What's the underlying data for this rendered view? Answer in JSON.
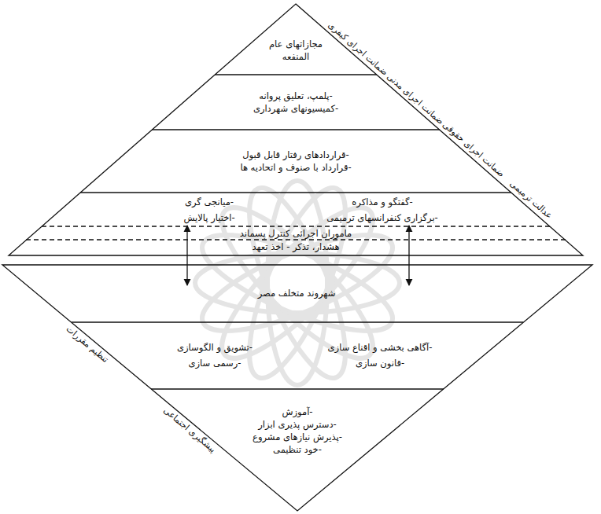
{
  "diagram": {
    "nodes": [
      {
        "text": [
          "مجازاتهای عام المنفعه"
        ]
      },
      {
        "text": [
          "-پلمپ، تعلیق پروانه",
          "-کمیسیونهای شهرداری"
        ]
      },
      {
        "text": [
          "-قراردادهای رفتار قابل قبول",
          "-قرارداد با صنوف و اتحادیه ها"
        ]
      },
      {
        "text": [
          "-گفتگو و مذاکره",
          "-میانجی گری",
          "-برگزاری کنفرانسهای ترمیمی",
          "-اختیار پالایش"
        ]
      },
      {
        "text": [
          "ماموران اجرائی کنترل پسماند",
          "هشدار، تذکر - اخذ تعهد"
        ]
      },
      {
        "text": [
          "شهروند متخلف مصر"
        ]
      },
      {
        "text": [
          "-آگاهی بخشی و اقناع سازی",
          "-تشویق و الگوسازی",
          "-قانون سازی",
          "-رسمی سازی"
        ]
      },
      {
        "text": [
          "-آموزش",
          "-دسترس پذیری ابزار",
          "-پذیرش نیازهای مشروع",
          "-خود تنظیمی"
        ]
      }
    ],
    "edges": [
      {
        "from": 3,
        "to": 5,
        "arrow": "both"
      },
      {
        "from": 3,
        "to": 5,
        "arrow": "both"
      }
    ],
    "labels": [
      "ضمانت اجرای کیفری",
      "ضمانت اجرای مدنی",
      "ضمانت اجرای حقوقی",
      "عدالت ترمیمی",
      "تنظیم مقررات",
      "پیشگیری اجتماعی"
    ]
  }
}
